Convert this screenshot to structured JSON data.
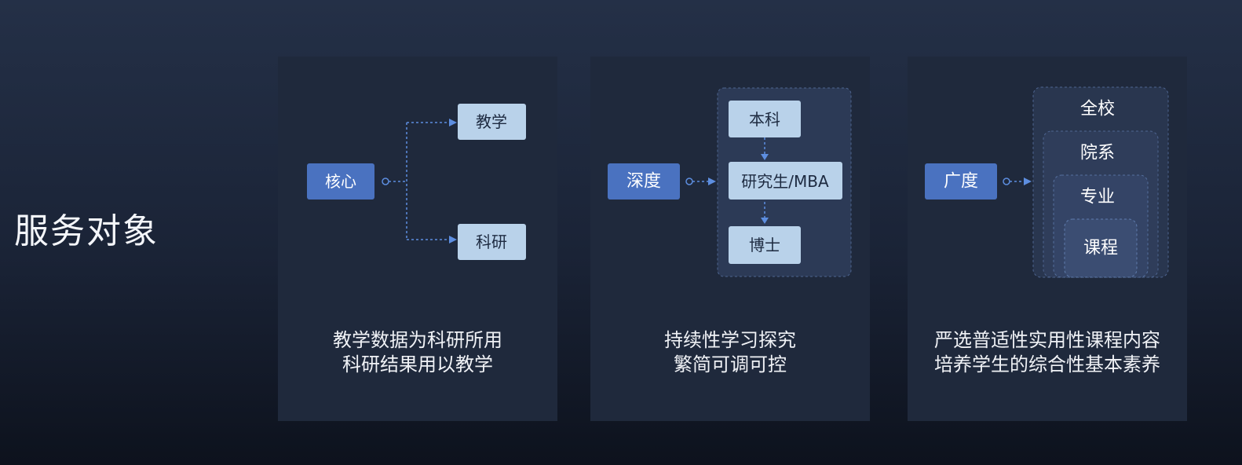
{
  "page": {
    "title": "服务对象"
  },
  "cards": [
    {
      "diagram": {
        "root": "核心",
        "branches": [
          "教学",
          "科研"
        ]
      },
      "desc": [
        "教学数据为科研所用",
        "科研结果用以教学"
      ]
    },
    {
      "diagram": {
        "root": "深度",
        "levels": [
          "本科",
          "研究生/MBA",
          "博士"
        ]
      },
      "desc": [
        "持续性学习探究",
        "繁简可调可控"
      ]
    },
    {
      "diagram": {
        "root": "广度",
        "nested": [
          "全校",
          "院系",
          "专业",
          "课程"
        ]
      },
      "desc": [
        "严选普适性实用性课程内容",
        "培养学生的综合性基本素养"
      ]
    }
  ],
  "colors": {
    "background_top": "#243047",
    "background_bottom": "#0d121d",
    "card": "#1f293c",
    "root_node": "#4a72c0",
    "leaf_node": "#b9d2ea",
    "leaf_text": "#1d2a40",
    "connector": "#5d8ee0",
    "group_fill": "#2c3a56",
    "group_border": "#4e6590"
  }
}
